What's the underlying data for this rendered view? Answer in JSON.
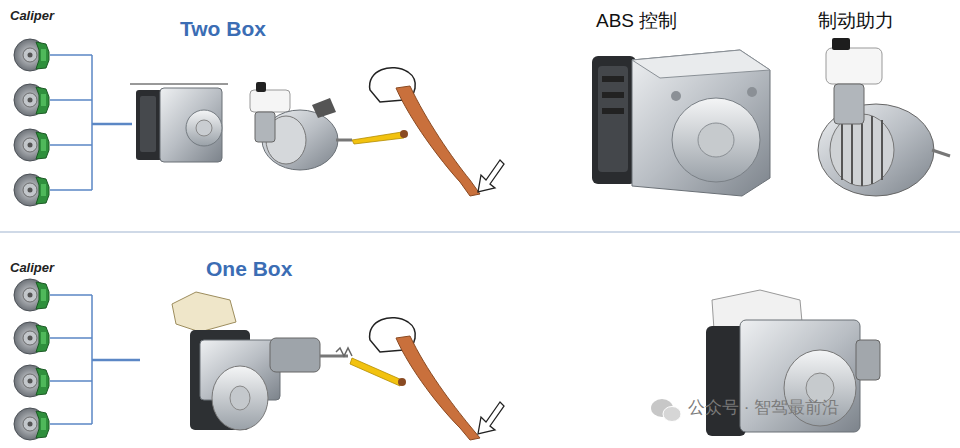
{
  "diagram": {
    "labels": [
      "Caliper",
      "Two Box",
      "ABS 控制",
      "制动助力",
      "Caliper",
      "One Box",
      "公众号 · 智驾最前沿"
    ]
  }
}
